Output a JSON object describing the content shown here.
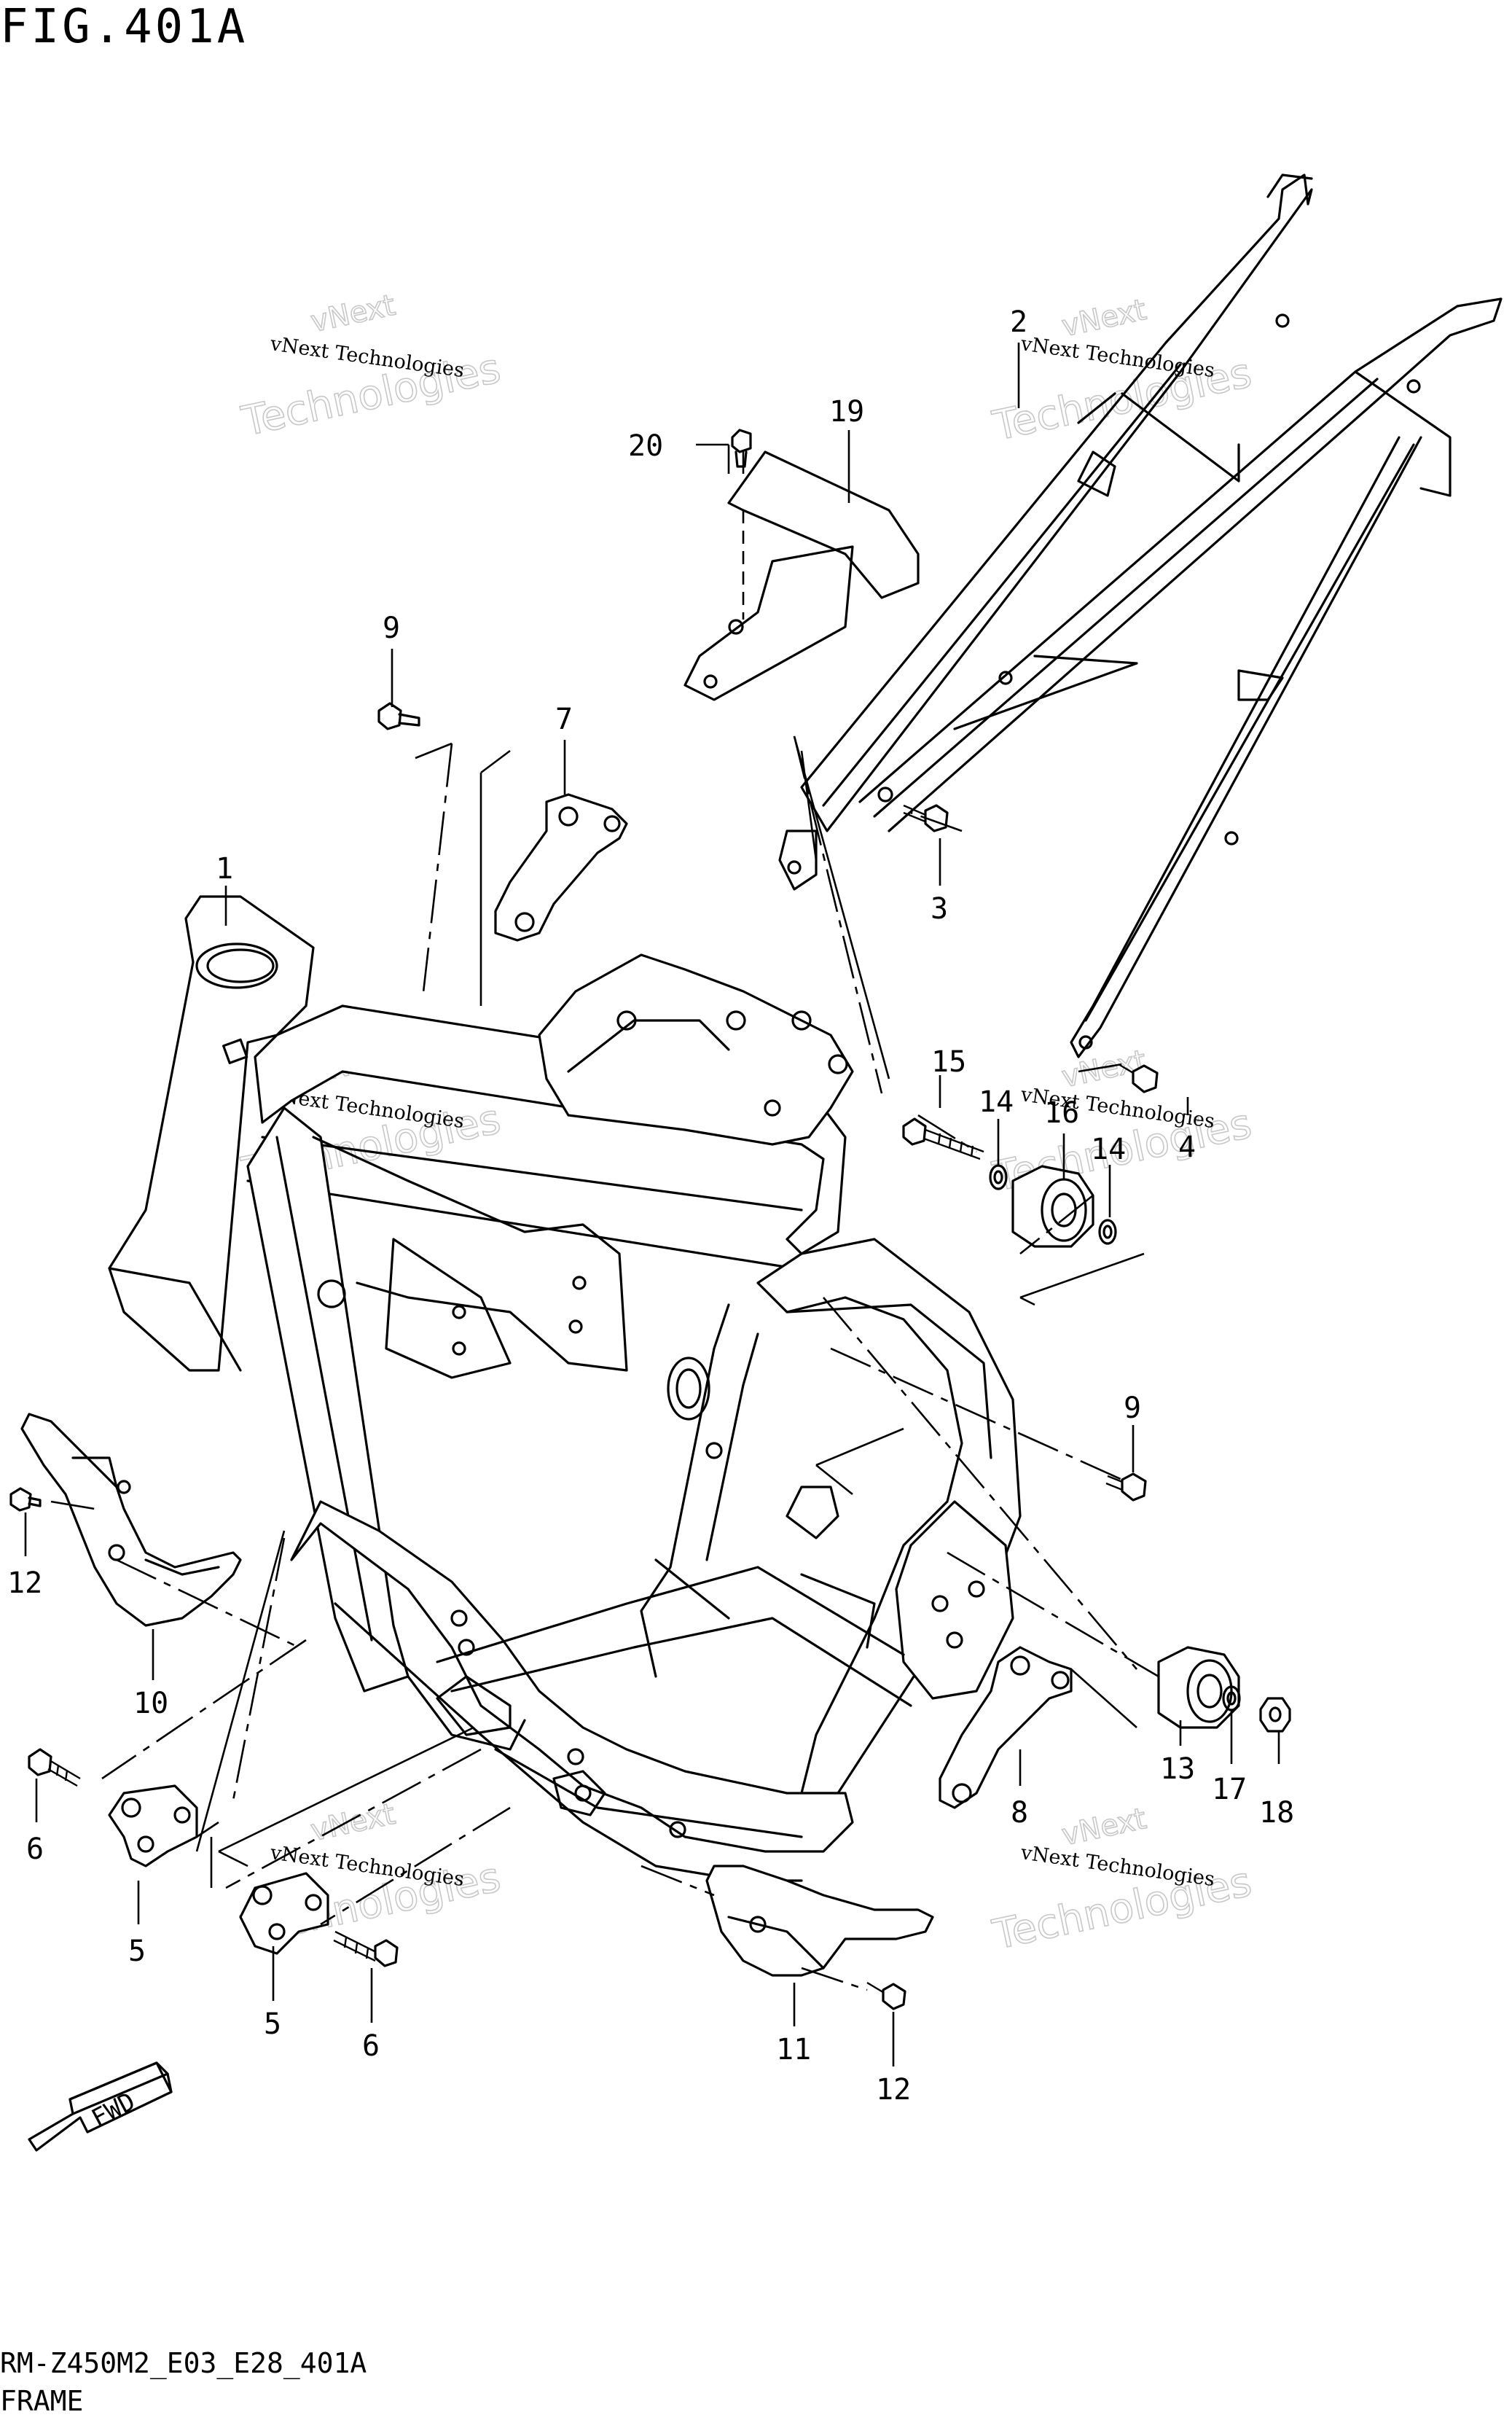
{
  "title": "FIG.401A",
  "drawing_code": "RM-Z450M2_E03_E28_401A",
  "caption": "FRAME",
  "watermark": {
    "line1": "vNext Technologies",
    "line2": "Technologies",
    "line3": "vNext"
  },
  "direction_label": "FWD",
  "callouts": [
    {
      "id": "c1",
      "label": "1"
    },
    {
      "id": "c2",
      "label": "2"
    },
    {
      "id": "c3",
      "label": "3"
    },
    {
      "id": "c4",
      "label": "4"
    },
    {
      "id": "c5a",
      "label": "5"
    },
    {
      "id": "c5b",
      "label": "5"
    },
    {
      "id": "c6a",
      "label": "6"
    },
    {
      "id": "c6b",
      "label": "6"
    },
    {
      "id": "c7",
      "label": "7"
    },
    {
      "id": "c8",
      "label": "8"
    },
    {
      "id": "c9a",
      "label": "9"
    },
    {
      "id": "c9b",
      "label": "9"
    },
    {
      "id": "c10",
      "label": "10"
    },
    {
      "id": "c11",
      "label": "11"
    },
    {
      "id": "c12a",
      "label": "12"
    },
    {
      "id": "c12b",
      "label": "12"
    },
    {
      "id": "c13",
      "label": "13"
    },
    {
      "id": "c14a",
      "label": "14"
    },
    {
      "id": "c14b",
      "label": "14"
    },
    {
      "id": "c15",
      "label": "15"
    },
    {
      "id": "c16",
      "label": "16"
    },
    {
      "id": "c17",
      "label": "17"
    },
    {
      "id": "c18",
      "label": "18"
    },
    {
      "id": "c19",
      "label": "19"
    },
    {
      "id": "c20",
      "label": "20"
    }
  ]
}
